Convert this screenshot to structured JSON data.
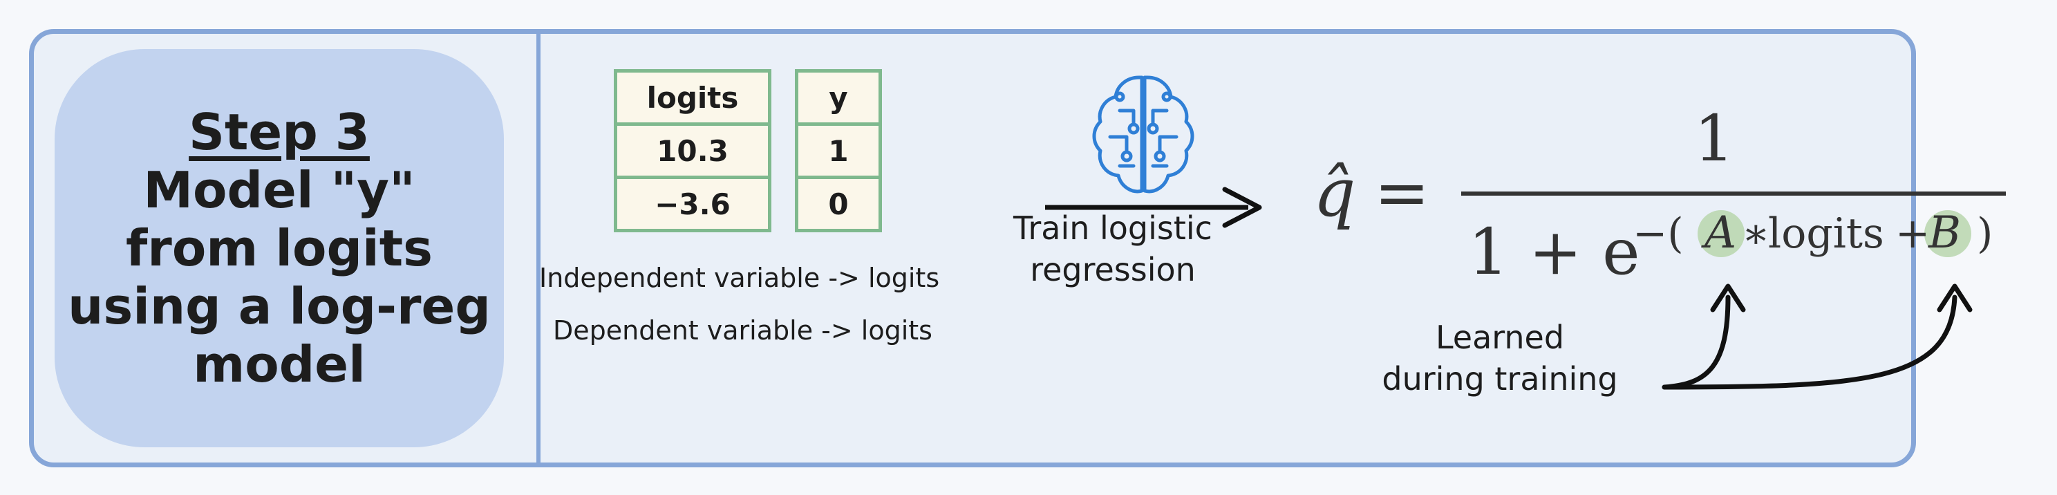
{
  "step": {
    "title": "Step 3",
    "lines": [
      "Model \"y\"",
      "from logits",
      "using a log-reg",
      "model"
    ]
  },
  "table": {
    "logits_header": "logits",
    "y_header": "y",
    "rows": [
      {
        "logit": "10.3",
        "y": "1"
      },
      {
        "logit": "−3.6",
        "y": "0"
      }
    ]
  },
  "captions": {
    "independent": "Independent variable -> logits",
    "dependent": "Dependent variable -> logits"
  },
  "arrow_label": {
    "line1": "Train logistic",
    "line2": "regression"
  },
  "formula": {
    "lhs": "q̂",
    "equals": "=",
    "numerator": "1",
    "denominator_prefix": "1 + e",
    "exponent_open": "−(",
    "param_a": "A",
    "times": "∗",
    "logits_word": "logits",
    "plus": "+",
    "param_b": "B",
    "exponent_close": ")"
  },
  "annotation": {
    "line1": "Learned",
    "line2": "during training"
  },
  "icons": {
    "brain": "brain-circuit-icon"
  },
  "colors": {
    "frame": "#86a6d8",
    "step_blob": "#c2d3ef",
    "table_border": "#7fb98e",
    "param_highlight": "#b9d6ad",
    "brain_icon": "#2f7fd6"
  }
}
